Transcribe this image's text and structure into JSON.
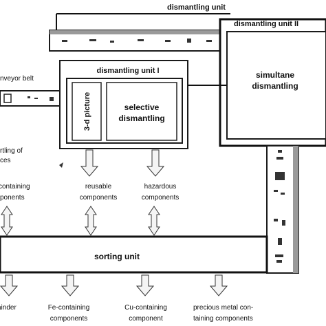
{
  "labels": {
    "top_unit": "dismantling unit",
    "unit_ii": "dismantling unit II",
    "simultane_line1": "simultane",
    "simultane_line2": "dismantling",
    "conveyor": "nveyor belt",
    "unit_i": "dismantling unit I",
    "picture_3d": "3-d picture",
    "selective_line1": "selective",
    "selective_line2": "dismantling",
    "sorting_line1": "rtling of",
    "sorting_line2": "ces",
    "sorting_unit": "sorting unit"
  },
  "outputs_top": [
    {
      "line1": "containing",
      "line2": "ponents"
    },
    {
      "line1": "reusable",
      "line2": "components"
    },
    {
      "line1": "hazardous",
      "line2": "components"
    }
  ],
  "outputs_bottom": [
    {
      "line1": "ainder",
      "line2": ""
    },
    {
      "line1": "Fe-containing",
      "line2": "components"
    },
    {
      "line1": "Cu-containing",
      "line2": "component"
    },
    {
      "line1": "precious metal con-",
      "line2": "taining components"
    }
  ]
}
